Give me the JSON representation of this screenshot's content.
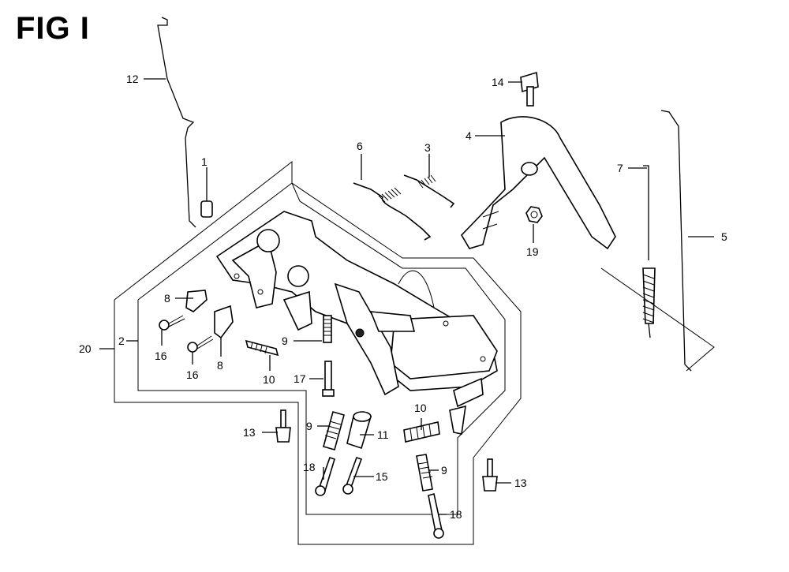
{
  "title": "FIG I",
  "callouts": {
    "c1": "1",
    "c2": "2",
    "c3": "3",
    "c4": "4",
    "c5": "5",
    "c6": "6",
    "c7": "7",
    "c8a": "8",
    "c8b": "8",
    "c9a": "9",
    "c9b": "9",
    "c9c": "9",
    "c10a": "10",
    "c10b": "10",
    "c11": "11",
    "c12": "12",
    "c13a": "13",
    "c13b": "13",
    "c14": "14",
    "c15": "15",
    "c16a": "16",
    "c16b": "16",
    "c17": "17",
    "c18a": "18",
    "c18b": "18",
    "c19": "19",
    "c20": "20"
  }
}
